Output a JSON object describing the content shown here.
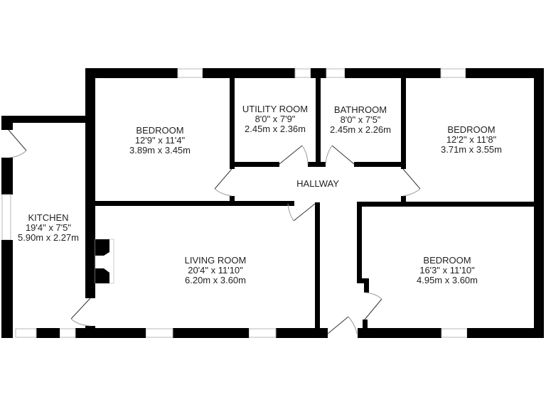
{
  "plan": {
    "rooms": [
      {
        "id": "kitchen",
        "name": "KITCHEN",
        "imperial": "19'4\"  x 7'5\"",
        "metric": "5.90m  x 2.27m"
      },
      {
        "id": "bedroom-1",
        "name": "BEDROOM",
        "imperial": "12'9\"  x 11'4\"",
        "metric": "3.89m  x 3.45m"
      },
      {
        "id": "utility-room",
        "name": "UTILITY ROOM",
        "imperial": "8'0\"  x 7'9\"",
        "metric": "2.45m  x 2.36m"
      },
      {
        "id": "bathroom",
        "name": "BATHROOM",
        "imperial": "8'0\"  x 7'5\"",
        "metric": "2.45m  x 2.26m"
      },
      {
        "id": "bedroom-2",
        "name": "BEDROOM",
        "imperial": "12'2\"  x 11'8\"",
        "metric": "3.71m  x 3.55m"
      },
      {
        "id": "hallway",
        "name": "HALLWAY"
      },
      {
        "id": "living-room",
        "name": "LIVING ROOM",
        "imperial": "20'4\"  x 11'10\"",
        "metric": "6.20m  x 3.60m"
      },
      {
        "id": "bedroom-3",
        "name": "BEDROOM",
        "imperial": "16'3\"  x 11'10\"",
        "metric": "4.95m  x 3.60m"
      }
    ],
    "colors": {
      "wall": "#000000",
      "window": "#b8b8b8",
      "background": "#ffffff"
    }
  }
}
